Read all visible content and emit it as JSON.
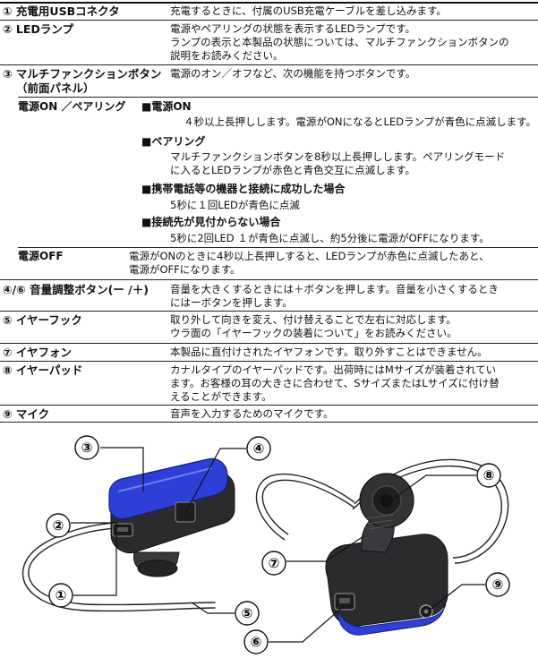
{
  "table": {
    "usb": {
      "label": "① 充電用USBコネクタ",
      "desc": "充電するときに、付属のUSB充電ケーブルを差し込みます。"
    },
    "led": {
      "label": "② LEDランプ",
      "desc1": "電源やペアリングの状態を表示するLEDランプです。",
      "desc2": "ランプの表示と本製品の状態については、マルチファンクションボタンの",
      "desc3": "説明をお読みください。"
    },
    "mfb": {
      "label1": "③ マルチファンクションボタン",
      "label2": "（前面パネル）",
      "desc": "電源のオン／オフなど、次の機能を持つボタンです。"
    },
    "power_on": {
      "label": "電源ON ／ペアリング",
      "h1": "■電源ON",
      "t1": "４秒以上長押しします。電源がONになるとLEDランプが青色に点滅します。",
      "h2": "■ペアリング",
      "t2a": "マルチファンクションボタンを8秒以上長押しします。ペアリングモード",
      "t2b": "に入るとLEDランプが赤色と青色交互に点滅します。",
      "h3": "■携帯電話等の機器と接続に成功した場合",
      "t3": "5秒に１回LEDが青色に点滅",
      "h4": "■接続先が見付からない場合",
      "t4": "5秒に2回LED １が青色に点滅し、約5分後に電源がOFFになります。"
    },
    "power_off": {
      "label": "電源OFF",
      "desc1": "電源がONのときに4秒以上長押しすると、LEDランプが赤色に点滅したあと、",
      "desc2": "電源がOFFになります。"
    },
    "volume": {
      "label": "④/⑥ 音量調整ボタン(ー /＋)",
      "desc1": "音量を大きくするときには＋ボタンを押します。音量を小さくするとき",
      "desc2": "にはーボタンを押します。"
    },
    "hook": {
      "label": "⑤ イヤーフック",
      "desc1": "取り外して向きを変え、付け替えることで左右に対応します。",
      "desc2": "ウラ面の「イヤーフックの装着について」をお読みください。"
    },
    "earphone": {
      "label": "⑦ イヤフォン",
      "desc": "本製品に直付けされたイヤフォンです。取り外すことはできません。"
    },
    "earpad": {
      "label": "⑧ イヤーパッド",
      "desc1": "カナルタイプのイヤーパッドです。出荷時にはMサイズが装着されてい",
      "desc2": "ます。お客様の耳の大きさに合わせて、SサイズまたはLサイズに付け替",
      "desc3": "えることができます。"
    },
    "mic": {
      "label": "⑨ マイク",
      "desc": "音声を入力するためのマイクです。"
    }
  },
  "callouts": [
    "③",
    "④",
    "②",
    "①",
    "⑤",
    "⑧",
    "⑦",
    "⑨",
    "⑥"
  ],
  "colors": {
    "accent_blue": "#2d3fd6",
    "body_dark": "#2b2b2e",
    "line": "#222222"
  }
}
